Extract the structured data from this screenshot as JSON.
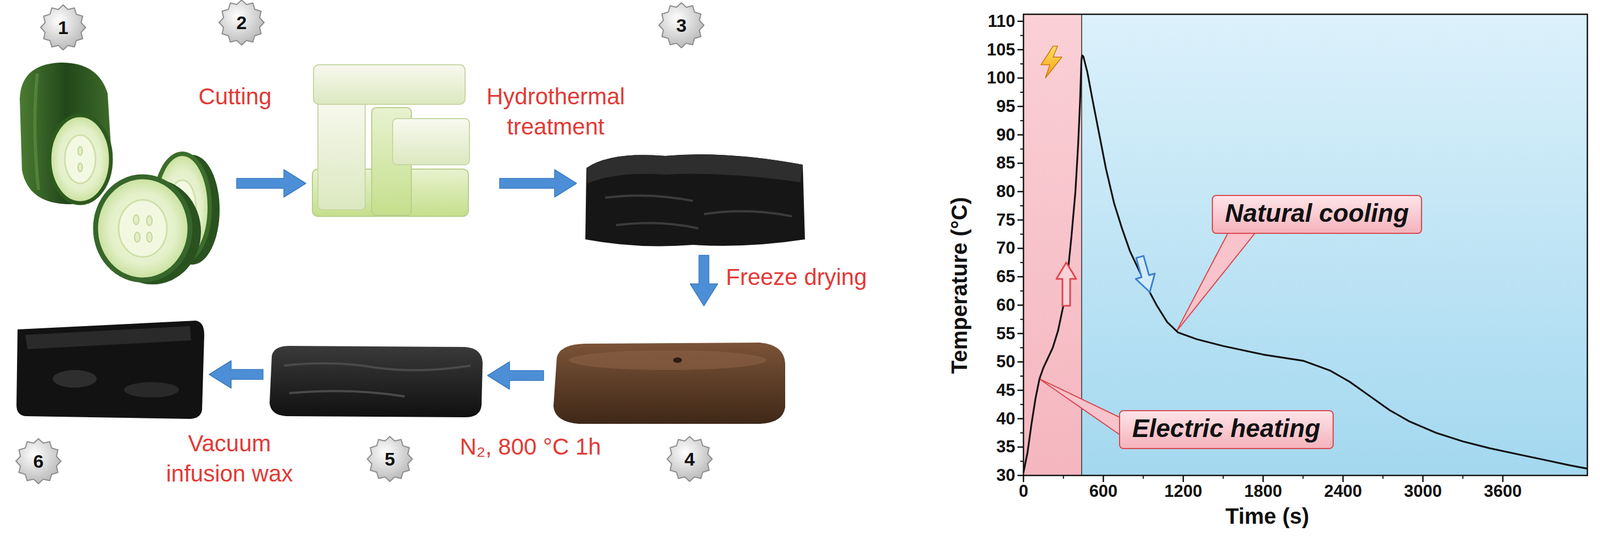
{
  "diagram": {
    "nodes": [
      {
        "text": [
          "1"
        ]
      },
      {
        "text": [
          "2"
        ]
      },
      {
        "text": [
          "3"
        ]
      },
      {
        "text": [
          "4"
        ]
      },
      {
        "text": [
          "5"
        ]
      },
      {
        "text": [
          "6"
        ]
      },
      {
        "text": [
          "Natural cooling"
        ]
      },
      {
        "text": [
          "Electric heating"
        ]
      }
    ],
    "edges": [
      {
        "from": 0,
        "to": 1,
        "label": "Cutting",
        "arrow": "to"
      },
      {
        "from": 1,
        "to": 2,
        "label": "Hydrothermal treatment",
        "arrow": "to"
      },
      {
        "from": 2,
        "to": 3,
        "label": "Freeze drying",
        "arrow": "to"
      },
      {
        "from": 3,
        "to": 4,
        "label": "N₂, 800 °C 1h",
        "arrow": "to"
      },
      {
        "from": 4,
        "to": 5,
        "label": "Vacuum infusion wax",
        "arrow": "to"
      }
    ],
    "labels": [
      "110",
      "105",
      "100",
      "95",
      "90",
      "85",
      "80",
      "75",
      "70",
      "65",
      "60",
      "55",
      "50",
      "45",
      "40",
      "35",
      "30",
      "0",
      "600",
      "1200",
      "1800",
      "2400",
      "3000",
      "3600",
      "Temperature (°C)",
      "Time (s)"
    ]
  }
}
